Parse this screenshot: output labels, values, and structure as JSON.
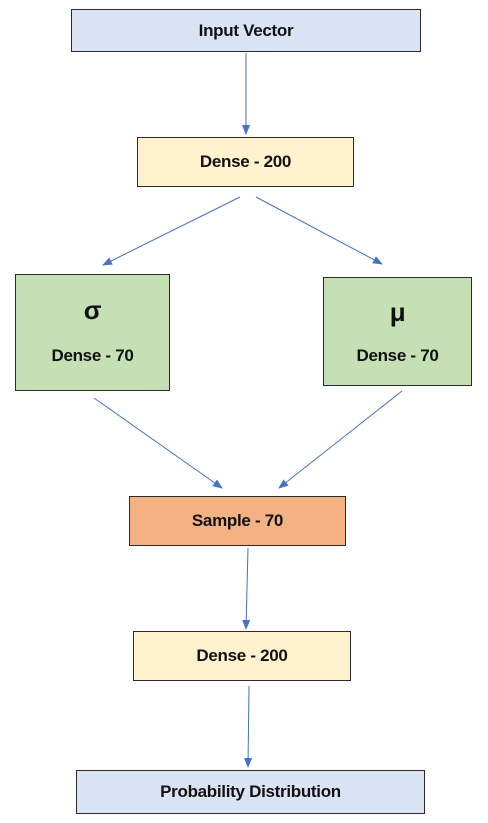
{
  "nodes": {
    "input": {
      "label": "Input Vector"
    },
    "dense_top": {
      "label": "Dense - 200"
    },
    "sigma": {
      "symbol": "σ",
      "label": "Dense - 70"
    },
    "mu": {
      "symbol": "μ",
      "label": "Dense - 70"
    },
    "sample": {
      "label": "Sample - 70"
    },
    "dense_bottom": {
      "label": "Dense - 200"
    },
    "output": {
      "label": "Probability Distribution"
    }
  },
  "edges": [
    {
      "from": "input",
      "to": "dense_top"
    },
    {
      "from": "dense_top",
      "to": "sigma"
    },
    {
      "from": "dense_top",
      "to": "mu"
    },
    {
      "from": "sigma",
      "to": "sample"
    },
    {
      "from": "mu",
      "to": "sample"
    },
    {
      "from": "sample",
      "to": "dense_bottom"
    },
    {
      "from": "dense_bottom",
      "to": "output"
    }
  ],
  "colors": {
    "input_output_fill": "#dae3f3",
    "dense_fill": "#fff2cc",
    "param_fill": "#c5e0b4",
    "sample_fill": "#f4b183",
    "arrow": "#4472c4"
  }
}
